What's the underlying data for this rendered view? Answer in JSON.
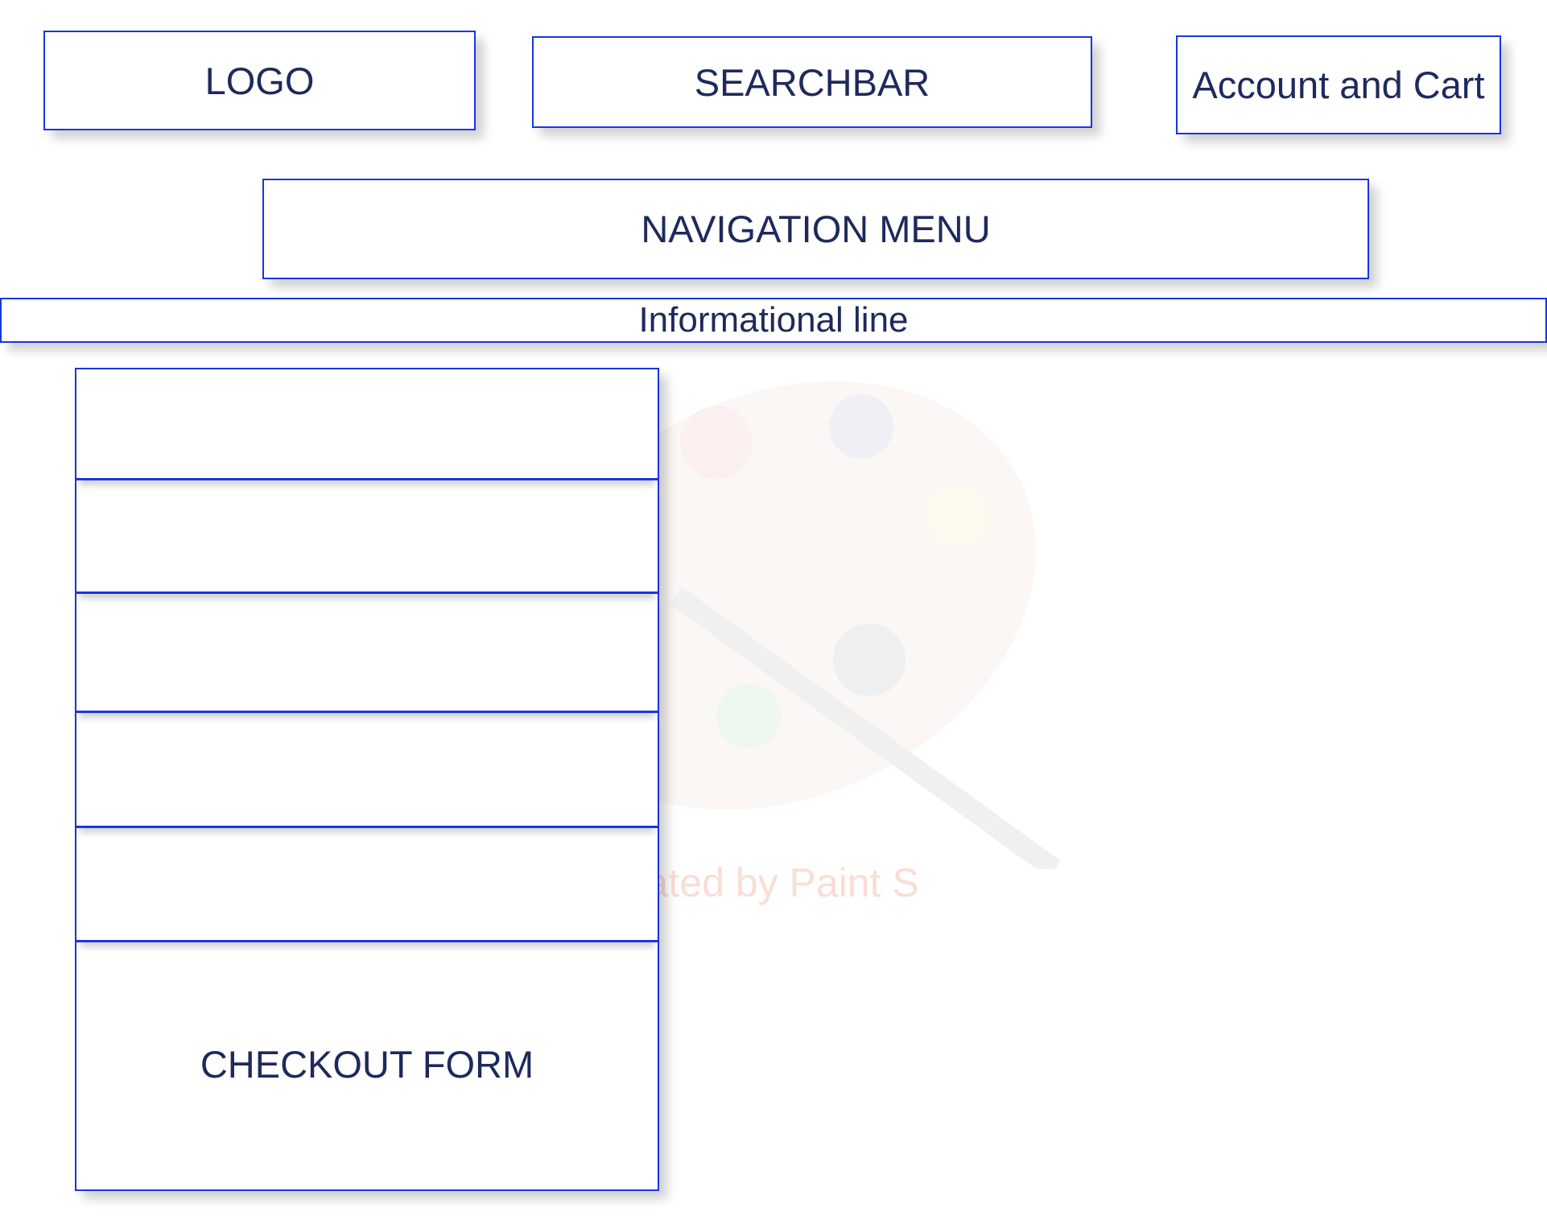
{
  "header": {
    "logo_label": "LOGO",
    "searchbar_label": "SEARCHBAR",
    "account_cart_label": "Account and Cart"
  },
  "navigation": {
    "label": "NAVIGATION MENU"
  },
  "info_line": {
    "label": "Informational line"
  },
  "checkout": {
    "label": "CHECKOUT FORM",
    "row_count": 5
  },
  "watermark": {
    "text": "Created by Paint S",
    "icon": "palette-icon"
  },
  "colors": {
    "box_border": "#1a35e0",
    "text": "#1e2a5c",
    "watermark_text": "#f4b6a2"
  }
}
